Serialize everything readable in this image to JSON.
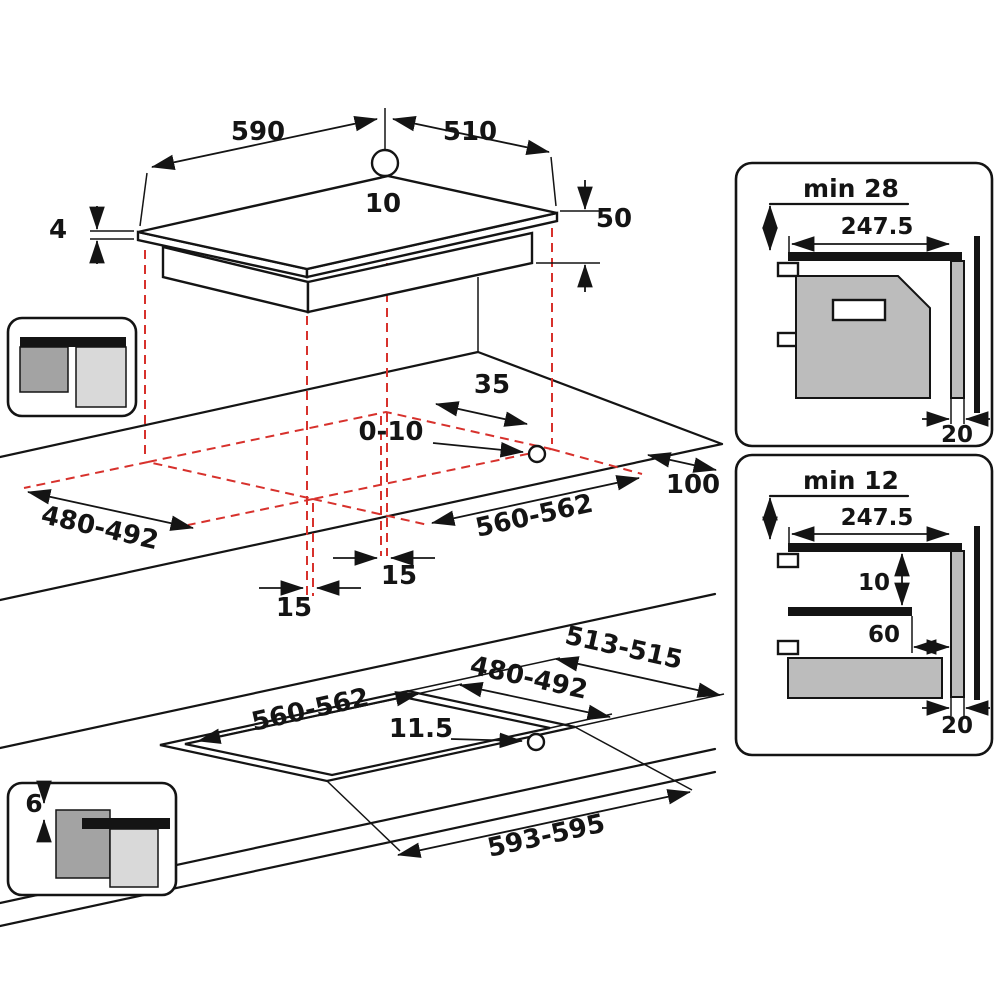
{
  "colors": {
    "ink": "#141414",
    "red": "#d7312c",
    "gray-dark": "#a3a3a3",
    "gray-mid": "#bcbcbc",
    "gray-light": "#d9d9d9",
    "paper": "#ffffff"
  },
  "upper_view": {
    "hob_width": "590",
    "hob_depth": "510",
    "hole_diameter": "10",
    "glass_thickness": "4",
    "build_in_height": "50",
    "rear_clearance": "35",
    "front_gap": "0-10",
    "side_clearance": "100",
    "cutout_depth": "480-492",
    "cutout_width": "560-562",
    "edge_offset_left": "15",
    "edge_offset_right": "15"
  },
  "lower_view": {
    "outer_cutout_depth": "513-515",
    "inner_cutout_depth": "480-492",
    "inner_cutout_width": "560-562",
    "ledge_width": "11.5",
    "outer_cutout_width": "593-595"
  },
  "step_detail": {
    "step_height": "6"
  },
  "section_oven": {
    "min_clearance": "min 28",
    "duct_depth": "247.5",
    "rear_gap": "20"
  },
  "section_drawer": {
    "min_clearance": "min 12",
    "duct_depth": "247.5",
    "shelf_gap": "10",
    "shelf_offset": "60",
    "rear_gap": "20"
  }
}
